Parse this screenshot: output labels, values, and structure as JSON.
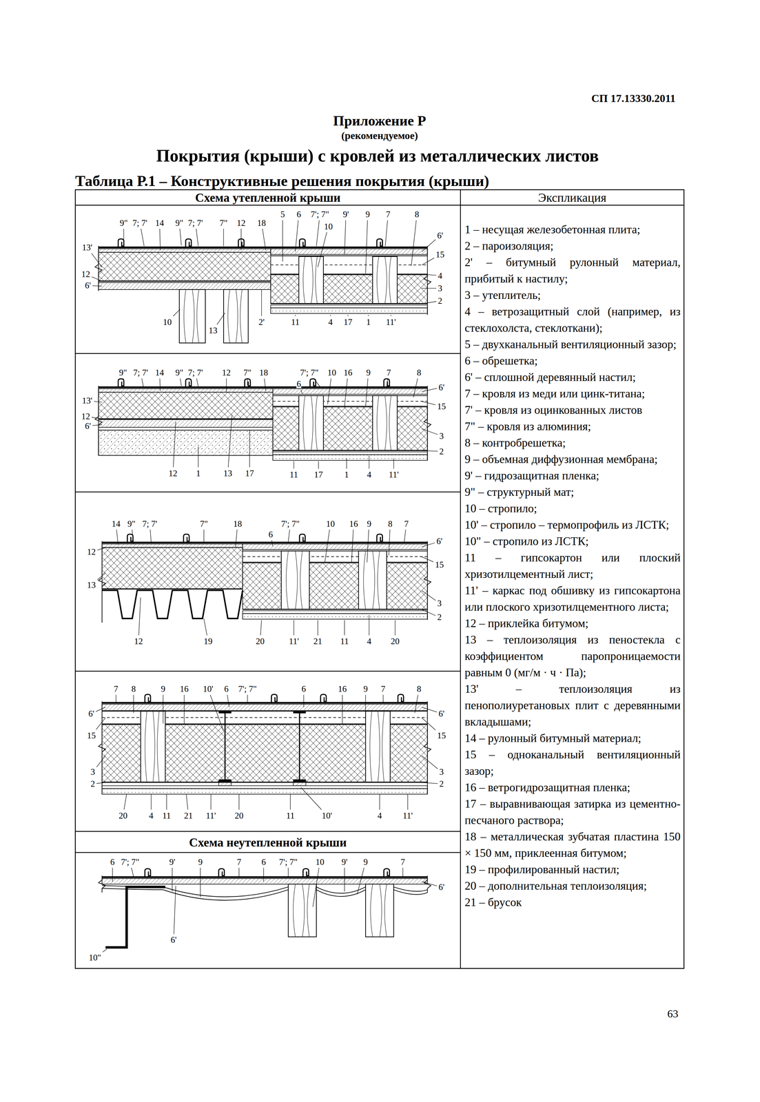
{
  "diagram": {
    "title": "Покрытия (крыши) с кровлей из металлических листов",
    "caption": "Таблица Р.1 – Конструктивные решения покрытия (крыши)",
    "nodes": [
      {
        "text": [
          "Схема утепленной крыши"
        ]
      },
      {
        "text": [
          "Экспликация"
        ]
      },
      {
        "text": [
          "1 – несущая железобетонная плита;",
          "2 – пароизоляция;",
          "2' – битумный рулонный материал, прибитый к настилу;",
          "3 – утеплитель;",
          "4 – ветрозащитный слой (например, из стеклохолста, стеклоткани);",
          "5 – двухканальный вентиляционный зазор;",
          "6 – обрешетка;",
          "6' – сплошной деревянный настил;",
          "7 – кровля из меди или цинк-титана;",
          "7' – кровля из оцинкованных листов",
          "7\" – кровля из алюминия;",
          "8 – контробрешетка;",
          "9 – объемная диффузионная мембрана;",
          "9' – гидрозащитная пленка;",
          "9\" – структурный мат;",
          "10 – стропило;",
          "10' – стропило – термопрофиль из ЛСТК;",
          "10\" – стропило из ЛСТК;",
          "11 – гипсокартон или плоский хризотилцементный лист;",
          "11' – каркас под обшивку из гипсокартона или плоского хризотилцементного листа;",
          "12 – приклейка битумом;",
          "13 – теплоизоляция из пеностекла с коэффициентом паропроницаемости равным 0 (мг/м · ч · Па);",
          "13' – теплоизоляция из пенополиуретановых плит с деревянными вкладышами;",
          "14 – рулонный битумный материал;",
          "15 – одноканальный вентиляционный зазор;",
          "16 – ветрогидрозащитная пленка;",
          "17 – выравнивающая затирка из цементно-песчаного раствора;",
          "18 – металлическая зубчатая пластина 150 × 150 мм, приклеенная битумом;",
          "19 – профилированный настил;",
          "20 – дополнительная теплоизоляция;",
          "21 – брусок"
        ]
      },
      {
        "text": [
          "Схема неутепленной крыши"
        ]
      }
    ],
    "labels": [
      "СП 17.13330.2011",
      "Приложение Р",
      "(рекомендуемое)",
      "9\"",
      "7; 7'",
      "14",
      "9\"",
      "7; 7'",
      "7\"",
      "12",
      "18",
      "5",
      "6",
      "7'; 7\"",
      "10",
      "9'",
      "9",
      "7",
      "8",
      "13'",
      "12",
      "6'",
      "6'",
      "15",
      "4",
      "3",
      "2",
      "10",
      "13",
      "2'",
      "11",
      "4",
      "17",
      "1",
      "11'",
      "9\"",
      "7; 7'",
      "14",
      "9\"",
      "7; 7'",
      "12",
      "7\"",
      "18",
      "6",
      "7'; 7\"",
      "10",
      "16",
      "9",
      "7",
      "8",
      "13'",
      "12",
      "6'",
      "6'",
      "15",
      "3",
      "2",
      "12",
      "1",
      "13",
      "17",
      "11",
      "17",
      "1",
      "4",
      "11'",
      "14",
      "9\"",
      "7; 7'",
      "7\"",
      "18",
      "6",
      "7'; 7\"",
      "10",
      "16",
      "9",
      "8",
      "7",
      "12",
      "13",
      "6'",
      "15",
      "3",
      "2",
      "12",
      "19",
      "20",
      "11'",
      "21",
      "11",
      "4",
      "20",
      "7",
      "8",
      "9",
      "16",
      "10'",
      "6",
      "7'; 7\"",
      "6",
      "16",
      "9",
      "7",
      "8",
      "6'",
      "15",
      "3",
      "2",
      "6'",
      "15",
      "3",
      "2",
      "20",
      "4",
      "11",
      "21",
      "11'",
      "20",
      "11",
      "10'",
      "4",
      "11'",
      "6",
      "7'; 7\"",
      "9'",
      "9",
      "7",
      "6",
      "7'; 7\"",
      "10",
      "9'",
      "9",
      "7",
      "6'",
      "10\"",
      "6'",
      "63"
    ]
  }
}
